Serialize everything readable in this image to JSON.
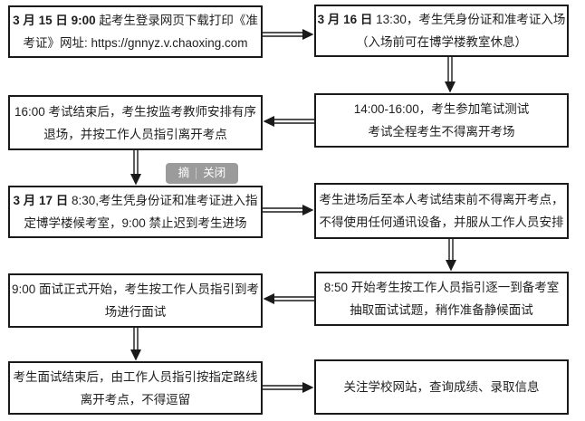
{
  "colors": {
    "background": "#ffffff",
    "box_border": "#1a1a1a",
    "text": "#1f1f1f",
    "watermark_bg": "#9b9b9b",
    "watermark_text": "#ffffff"
  },
  "watermark": {
    "excerpt_label": "摘",
    "close_label": "关闭"
  },
  "flowchart": {
    "boxes": [
      {
        "bold": "3 月 15 日 9:00",
        "line1_rest": " 起考生登录网页下载打印《准",
        "line2": "考证》网址: https://gnnyz.v.chaoxing.com"
      },
      {
        "bold": "3 月 16 日",
        "line1_rest": " 13:30，考生凭身份证和准考证入场",
        "line2": "（入场前可在博学楼教室休息）"
      },
      {
        "line1": "16:00 考试结束后，考生按监考教师安排有序",
        "line2": "退场，并按工作人员指引离开考点"
      },
      {
        "line1": "14:00-16:00，考生参加笔试测试",
        "line2": "考试全程考生不得离开考场"
      },
      {
        "bold": "3 月 17 日",
        "line1_rest": " 8:30,考生凭身份证和准考证进入指",
        "line2": "定博学楼候考室，9:00 禁止迟到考生进场"
      },
      {
        "line1": "考生进场后至本人考试结束前不得离开考点，",
        "line2": "不得使用任何通讯设备，并服从工作人员安排"
      },
      {
        "line1": "9:00 面试正式开始，考生按工作人员指引到考",
        "line2": "场进行面试"
      },
      {
        "line1": "8:50 开始考生按工作人员指引逐一到备考室",
        "line2": "抽取面试试题，稍作准备静候面试"
      },
      {
        "line1": "考生面试结束后，由工作人员指引按指定路线",
        "line2": "离开考点，不得逗留"
      },
      {
        "line1": "关注学校网站，查询成绩、录取信息"
      }
    ]
  }
}
